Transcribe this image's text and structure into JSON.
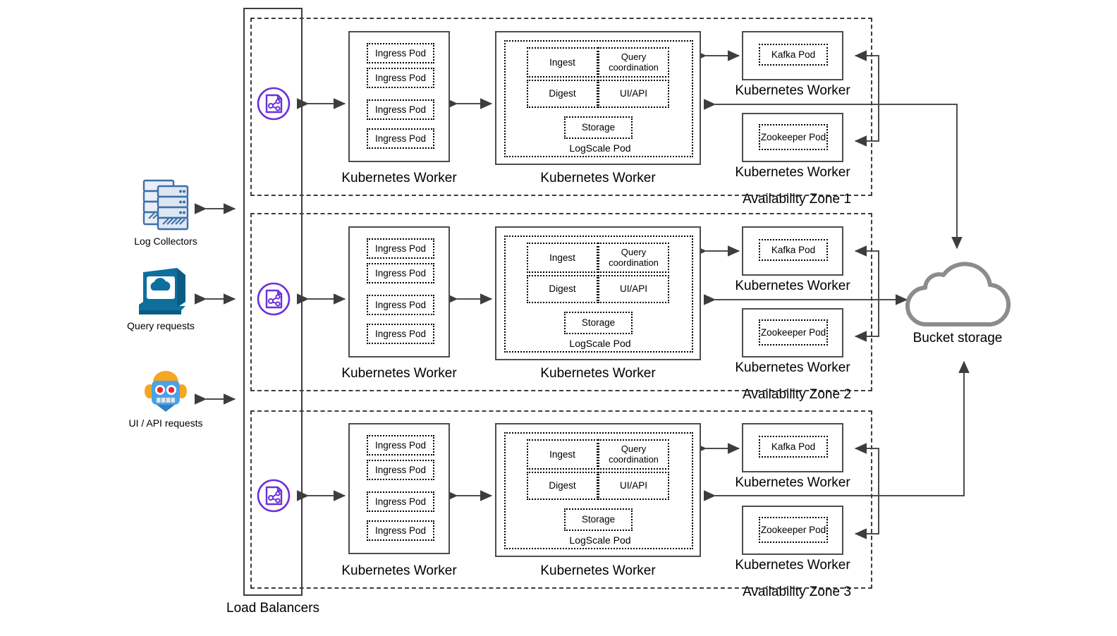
{
  "diagram": {
    "title": "LogScale Kubernetes multi-availability-zone architecture",
    "colors": {
      "zone_border": "#3d3d3d",
      "worker_border": "#4d4d4d",
      "pod_border": "#000000",
      "arrow": "#4d4d4d",
      "cloud": "#8c8c8c",
      "lb_accent": "#6b30d9",
      "server_icon": "#3f6ea8",
      "monitor_icon": "#0e6f9e",
      "robot_blue": "#4aa3e8",
      "robot_orange": "#f5a623",
      "robot_eye": "#e8243c"
    }
  },
  "clients": [
    {
      "label": "Log Collectors",
      "icon": "server-stack-icon"
    },
    {
      "label": "Query requests",
      "icon": "monitor-cloud-icon"
    },
    {
      "label": "UI / API requests",
      "icon": "robot-icon"
    }
  ],
  "load_balancers": {
    "label": "Load Balancers",
    "icon": "load-balancer-icon"
  },
  "storage": {
    "label": "Bucket storage",
    "icon": "cloud-icon"
  },
  "worker_label": "Kubernetes Worker",
  "ingress_pod_label": "Ingress Pod",
  "logscale": {
    "pod_label": "LogScale Pod",
    "components": [
      "Ingest",
      "Query coordination",
      "Digest",
      "UI/API",
      "Storage"
    ]
  },
  "kafka_pod_label": "Kafka Pod",
  "zookeeper_pod_label": "Zookeeper Pod",
  "zones": [
    {
      "label": "Availability Zone 1",
      "ingress_worker": "Kubernetes Worker",
      "logscale_worker": "Kubernetes Worker",
      "kafka_worker": "Kubernetes Worker",
      "zookeeper_worker": "Kubernetes Worker",
      "ingress_pods": [
        "Ingress Pod",
        "Ingress Pod",
        "Ingress Pod",
        "Ingress Pod"
      ],
      "kafka_pod": "Kafka Pod",
      "zookeeper_pod": "Zookeeper Pod"
    },
    {
      "label": "Availability Zone 2",
      "ingress_worker": "Kubernetes Worker",
      "logscale_worker": "Kubernetes Worker",
      "kafka_worker": "Kubernetes Worker",
      "zookeeper_worker": "Kubernetes Worker",
      "ingress_pods": [
        "Ingress Pod",
        "Ingress Pod",
        "Ingress Pod",
        "Ingress Pod"
      ],
      "kafka_pod": "Kafka Pod",
      "zookeeper_pod": "Zookeeper Pod"
    },
    {
      "label": "Availability Zone 3",
      "ingress_worker": "Kubernetes Worker",
      "logscale_worker": "Kubernetes Worker",
      "kafka_worker": "Kubernetes Worker",
      "zookeeper_worker": "Kubernetes Worker",
      "ingress_pods": [
        "Ingress Pod",
        "Ingress Pod",
        "Ingress Pod",
        "Ingress Pod"
      ],
      "kafka_pod": "Kafka Pod",
      "zookeeper_pod": "Zookeeper Pod"
    }
  ]
}
